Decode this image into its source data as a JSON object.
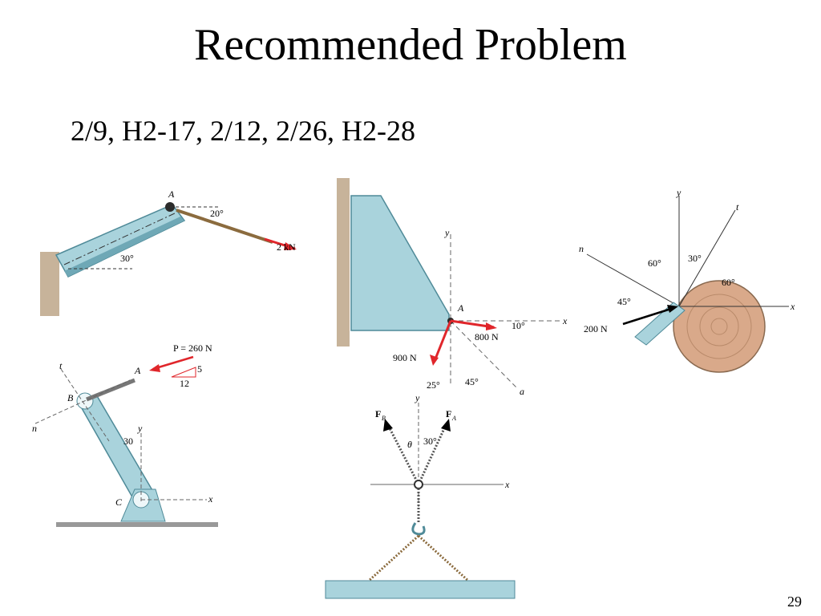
{
  "slide": {
    "title": "Recommended Problem",
    "problems": "2/9, H2-17, 2/12,  2/26, H2-28",
    "page_number": "29"
  },
  "fig1": {
    "point": "A",
    "angle_top": "20°",
    "force": "2 kN",
    "angle_bottom": "30°"
  },
  "fig2": {
    "point": "A",
    "y": "y",
    "x": "x",
    "a": "a",
    "force1": "800 N",
    "force2": "900 N",
    "ang1": "10°",
    "ang2": "25°",
    "ang3": "45°"
  },
  "fig3": {
    "y": "y",
    "t": "t",
    "n": "n",
    "x": "x",
    "a30": "30°",
    "a60a": "60°",
    "a60b": "60°",
    "a45": "45°",
    "force": "200 N"
  },
  "fig4": {
    "t": "t",
    "n": "n",
    "A": "A",
    "B": "B",
    "C": "C",
    "y": "y",
    "x": "x",
    "force": "P = 260 N",
    "r5": "5",
    "r12": "12",
    "d30": "30"
  },
  "fig5": {
    "y": "y",
    "x": "x",
    "FB": "F",
    "FBsub": "B",
    "FA": "F",
    "FAsub": "A",
    "theta": "θ",
    "a30": "30°"
  },
  "colors": {
    "steel": "#a9d3dc",
    "steel_dark": "#4f8a98",
    "force_red": "#e0262b",
    "wood": "#d9a98a",
    "rope": "#8b6b3e"
  }
}
